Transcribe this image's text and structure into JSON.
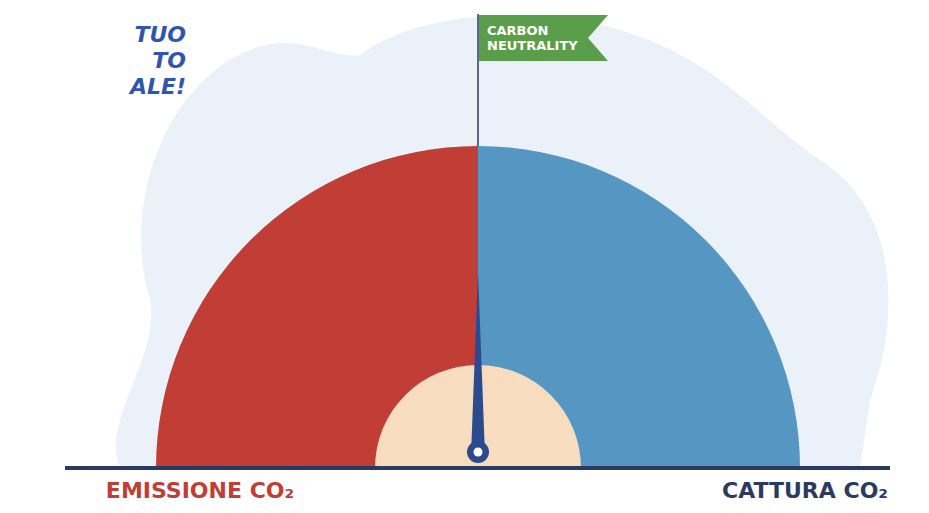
{
  "diagram": {
    "nodes": [
      {
        "text": [
          "CARBON NEUTRALITY"
        ]
      }
    ],
    "labels": [
      "TUO TO ALE!",
      "EMISSIONE CO₂",
      "CATTURA CO₂"
    ]
  }
}
